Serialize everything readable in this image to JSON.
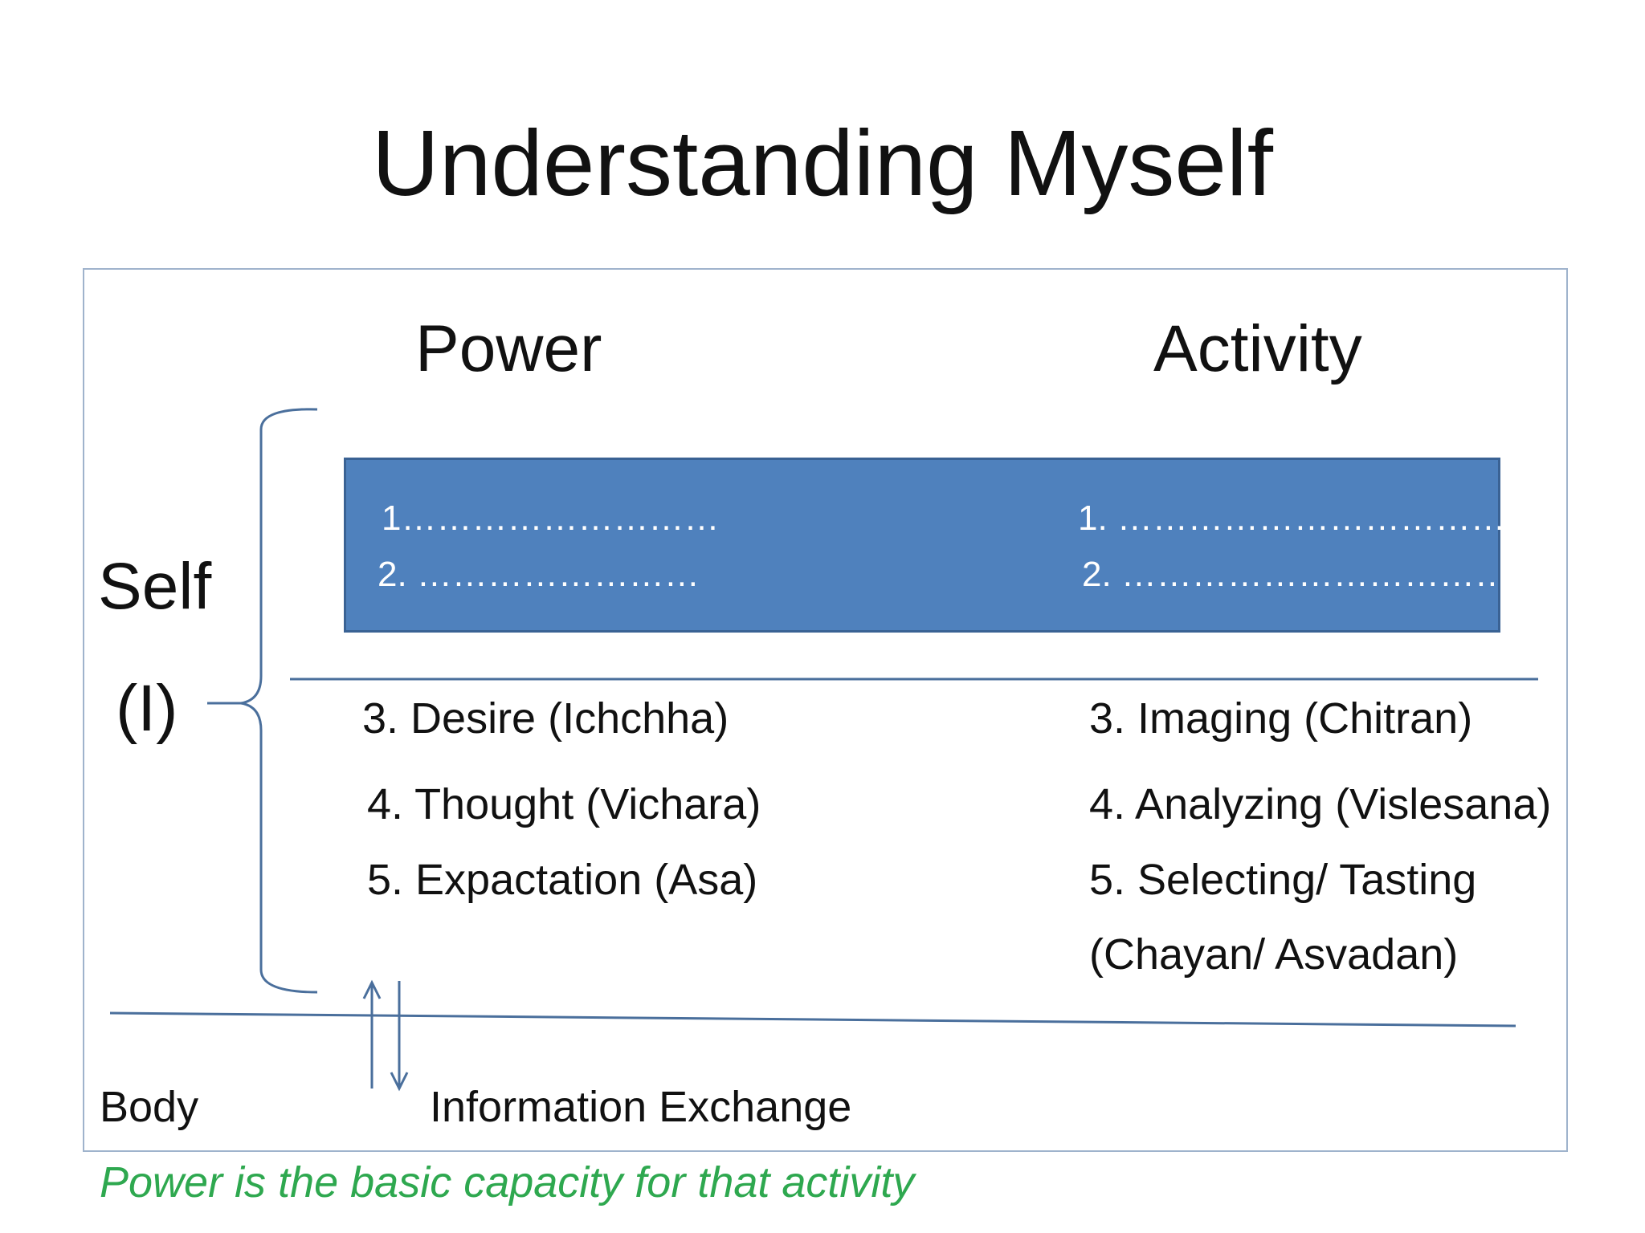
{
  "title": "Understanding Myself",
  "headings": {
    "power": "Power",
    "activity": "Activity"
  },
  "self_label": "Self",
  "i_label": "(I)",
  "blue_box": {
    "power_lines": [
      "1………………………",
      "2. ……………………"
    ],
    "activity_lines": [
      "1. ……………………………",
      "2. ……………………………"
    ]
  },
  "power_items": [
    "3. Desire (Ichchha)",
    "4.  Thought (Vichara)",
    "5. Expactation (Asa)"
  ],
  "activity_items": [
    "3. Imaging (Chitran)",
    "4. Analyzing (Vislesana)",
    "5. Selecting/ Tasting",
    "(Chayan/ Asvadan)"
  ],
  "body_label": "Body",
  "exchange_label": "Information Exchange",
  "footnote": "Power is the basic capacity for that activity",
  "colors": {
    "box_fill": "#4f81bd",
    "line": "#4a6f9c",
    "footnote": "#2ea84f"
  }
}
